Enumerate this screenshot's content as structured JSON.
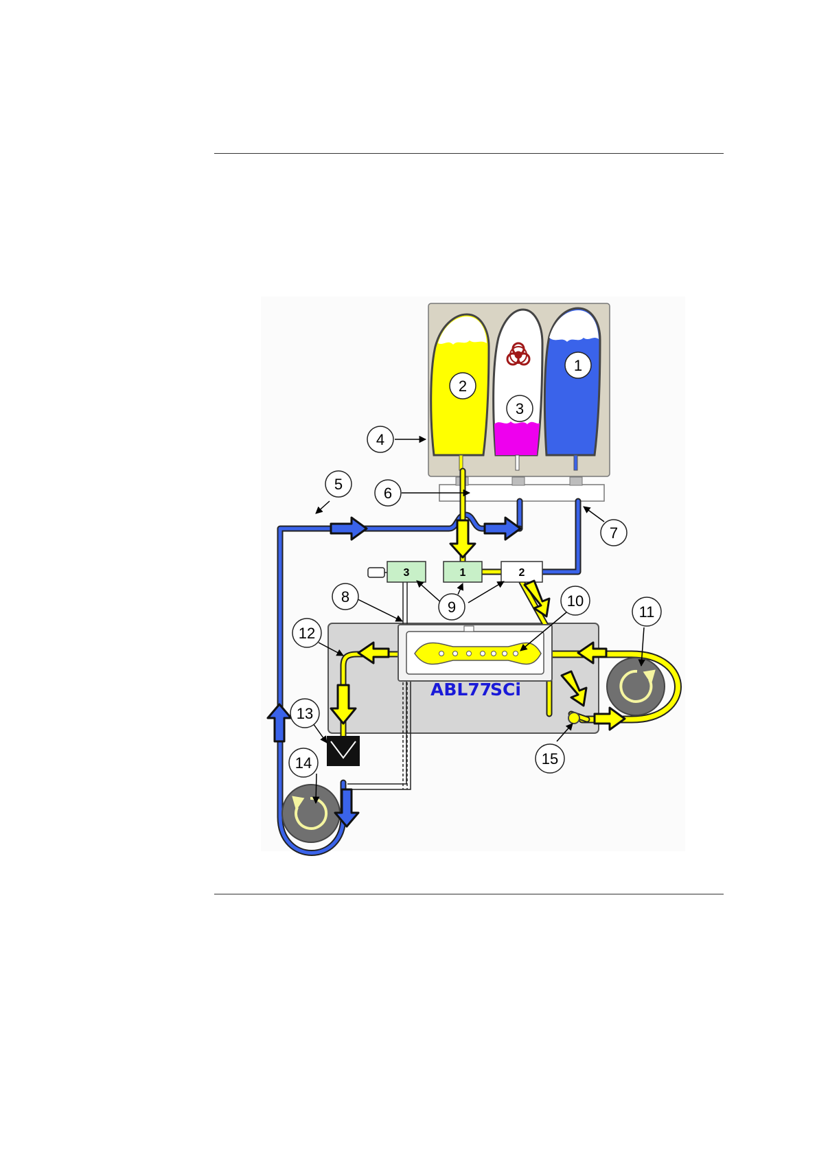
{
  "diagram": {
    "brand": {
      "model": "ABL77",
      "suffix": "SCi"
    },
    "callouts": [
      "1",
      "2",
      "3",
      "4",
      "5",
      "6",
      "7",
      "8",
      "9",
      "10",
      "11",
      "12",
      "13",
      "14",
      "15"
    ],
    "valves": [
      "3",
      "1",
      "2"
    ],
    "colors": {
      "yellow": "#ffff00",
      "blue": "#3a63ea",
      "magenta": "#ee00ee",
      "valve_green": "#c8f0c8",
      "panel_grey": "#d6d6d6",
      "tray_beige": "#d9d4c4",
      "pump_grey": "#707070",
      "biohazard_red": "#a01818"
    },
    "icons": [
      "biohazard-icon",
      "rotation-arrow-icon"
    ]
  }
}
